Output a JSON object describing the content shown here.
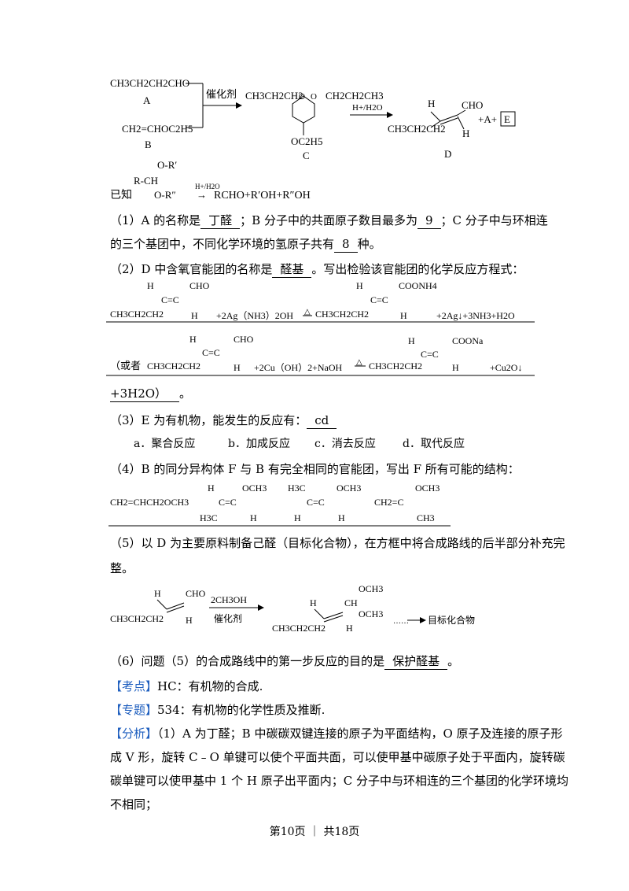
{
  "scheme": {
    "a_formula": "CH3CH2CH2CHO",
    "a_label": "A",
    "b_formula": "CH2=CHOC2H5",
    "b_label": "B",
    "catalyst": "催化剂",
    "c_left_chain": "CH3CH2CH2",
    "c_right_chain": "CH2CH2CH3",
    "c_oet": "OC2H5",
    "c_label": "C",
    "hydrolysis": "H+/H2O",
    "d_chain": "CH3CH2CH2",
    "d_h1": "H",
    "d_cho": "CHO",
    "d_h2": "H",
    "d_label": "D",
    "plus_a": "+A+",
    "e_box": "E"
  },
  "known": {
    "prefix": "已知",
    "o_r1": "O-R′",
    "r_ch": "R-CH",
    "o_r2": "O-R″",
    "cond": "H+/H2O",
    "arrow": "→",
    "products": "RCHO+R′OH+R″OH"
  },
  "q1": {
    "line1_pre": "（1）A 的名称是",
    "ans1": "丁醛",
    "line1_mid": "；B 分子中的共面原子数目最多为",
    "ans2": "9",
    "line1_post": "；C 分子中与环相连",
    "line2_pre": "的三个基团中，不同化学环境的氢原子共有",
    "ans3": "8",
    "line2_post": "种。"
  },
  "q2": {
    "line_pre": "（2）D 中含氧官能团的名称是",
    "ans": "醛基",
    "line_post": "。写出检验该官能团的化学反应方程式：",
    "eq1_reagents": "+2Ag（NH3）2OH",
    "eq1_products": "+2Ag↓+3NH3+H2O",
    "coonh4": "COONH4",
    "or_text": "（或者",
    "eq2_reagents": "+2Cu（OH）2+NaOH",
    "eq2_products": "+Cu2O↓",
    "coona": "COONa",
    "eq2_tail": "+3H2O）",
    "tail_post": "。"
  },
  "q3": {
    "line_pre": "（3）E 为有机物，能发生的反应有：",
    "ans": "cd",
    "options": [
      "a．聚合反应",
      "b．加成反应",
      "c．消去反应",
      "d．取代反应"
    ]
  },
  "q4": {
    "line": "（4）B 的同分异构体 F 与 B 有完全相同的官能团，写出 F 所有可能的结构：",
    "s1": "CH2=CHCH2OCH3",
    "s2_och3": "OCH3",
    "s2_h3c": "H3C",
    "s3_h3c": "H3C",
    "s3_och3": "OCH3",
    "s4_left": "CH2=C",
    "s4_och3": "OCH3",
    "s4_ch3": "CH3",
    "h": "H",
    "ceq": "C=C"
  },
  "q5": {
    "line1": "（5）以 D 为主要原料制备己醛（目标化合物），在方框中将合成路线的后半部分补充完",
    "line2": "整。",
    "reagent": "2CH3OH",
    "catalyst": "催化剂",
    "och3": "OCH3",
    "ch": "CH",
    "target": "目标化合物"
  },
  "q6": {
    "line_pre": "（6）问题（5）的合成路线中的第一步反应的目的是",
    "ans": "保护醛基",
    "line_post": "。"
  },
  "kaodian": {
    "tag": "【考点】",
    "text": "HC：有机物的合成."
  },
  "zhuanti": {
    "tag": "【专题】",
    "text": "534：有机物的化学性质及推断."
  },
  "fenxi": {
    "tag": "【分析】",
    "line1": "（1）A 为丁醛；B 中碳碳双键连接的原子为平面结构，O 原子及连接的原子形",
    "line2": "成 V 形，旋转 C﹣O 单键可以使个平面共面，可以使甲基中碳原子处于平面内，旋转碳",
    "line3": "碳单键可以使甲基中 1 个 H 原子出平面内；C 分子中与环相连的三个基团的化学环境均",
    "line4": "不相同；"
  },
  "footer": "第10页 ｜ 共18页",
  "colors": {
    "tag": "#1f5fbf"
  }
}
